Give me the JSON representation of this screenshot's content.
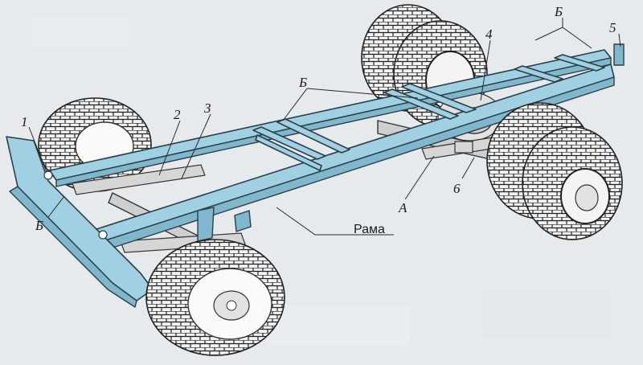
{
  "colors": {
    "frame": "#9fd1e3",
    "frame_shade": "#7fb7cc",
    "background": "#e9ecef"
  },
  "labels": {
    "l1": "1",
    "l2": "2",
    "l3": "3",
    "l4": "4",
    "l5": "5",
    "l6": "6",
    "bTopRight": "Б",
    "bCenter": "Б",
    "bLeft": "Б",
    "a": "А",
    "rama": "Рама"
  }
}
